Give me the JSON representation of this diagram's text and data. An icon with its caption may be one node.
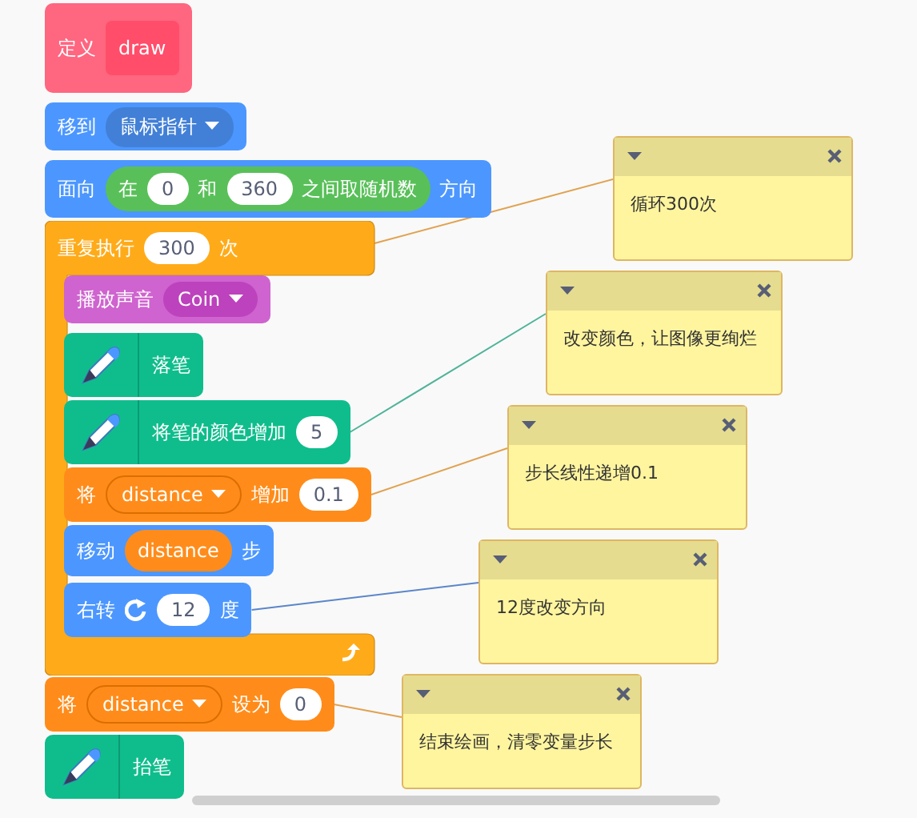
{
  "diagram": {
    "nodes": [
      {
        "text": [
          "定义",
          "draw"
        ]
      },
      {
        "text": [
          "移到",
          "鼠标指针"
        ]
      },
      {
        "text": [
          "面向",
          "方向"
        ]
      },
      {
        "text": [
          "在",
          "0",
          "和",
          "360",
          "之间取随机数"
        ],
        "in": 2
      },
      {
        "text": [
          "重复执行",
          "300",
          "次"
        ]
      },
      {
        "text": [
          "播放声音",
          "Coin"
        ],
        "in": 4
      },
      {
        "text": [
          "落笔"
        ],
        "in": 4
      },
      {
        "text": [
          "将笔的颜色增加",
          "5"
        ],
        "in": 4
      },
      {
        "text": [
          "将",
          "distance",
          "增加",
          "0.1"
        ],
        "in": 4
      },
      {
        "text": [
          "移动",
          "步"
        ],
        "in": 4
      },
      {
        "text": [
          "distance"
        ],
        "in": 9
      },
      {
        "text": [
          "右转",
          "12",
          "度"
        ],
        "in": 4
      },
      {
        "text": [
          "将",
          "distance",
          "设为",
          "0"
        ]
      },
      {
        "text": [
          "抬笔"
        ]
      },
      {
        "text": [
          "循环300次"
        ]
      },
      {
        "text": [
          "改变颜色，让图像更绚烂"
        ]
      },
      {
        "text": [
          "步长线性递增0.1"
        ]
      },
      {
        "text": [
          "12度改变方向"
        ]
      },
      {
        "text": [
          "结束绘画，清零变量步长"
        ]
      }
    ],
    "edges": [
      {
        "from": 4,
        "to": 14,
        "arrow": "none"
      },
      {
        "from": 7,
        "to": 15,
        "arrow": "none",
        "color": "#4fb39a"
      },
      {
        "from": 8,
        "to": 16,
        "arrow": "none"
      },
      {
        "from": 11,
        "to": 17,
        "arrow": "none",
        "color": "#5b86c9"
      },
      {
        "from": 12,
        "to": 18,
        "arrow": "none"
      }
    ]
  }
}
